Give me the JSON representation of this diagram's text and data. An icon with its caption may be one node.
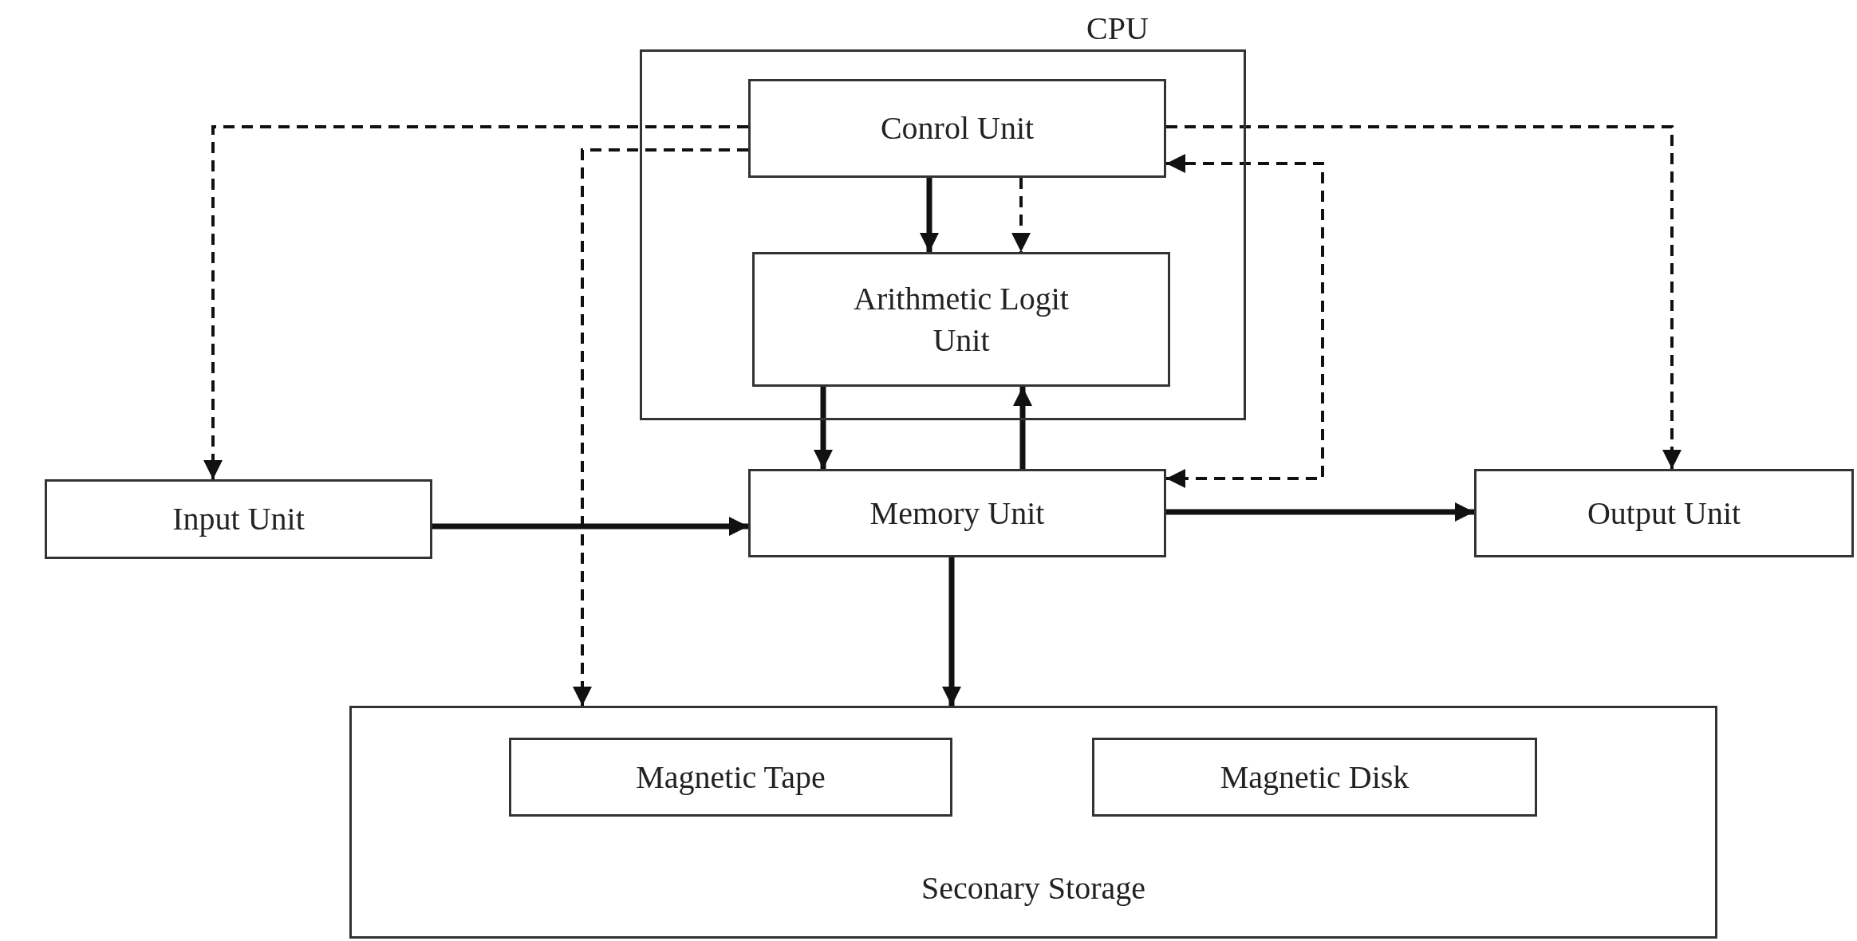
{
  "diagram": {
    "nodes": [
      {
        "text": [
          "CPU"
        ]
      },
      {
        "text": [
          "Conrol Unit"
        ],
        "in": 0
      },
      {
        "text": [
          "Arithmetic Logit Unit"
        ],
        "in": 0
      },
      {
        "text": [
          "Input Unit"
        ]
      },
      {
        "text": [
          "Memory Unit"
        ]
      },
      {
        "text": [
          "Output Unit"
        ]
      },
      {
        "text": [
          "Seconary Storage"
        ]
      },
      {
        "text": [
          "Magnetic Tape"
        ],
        "in": 6
      },
      {
        "text": [
          "Magnetic Disk"
        ],
        "in": 6
      }
    ],
    "edges": [
      {
        "from": 1,
        "to": 2,
        "arrow": "to"
      },
      {
        "from": 1,
        "to": 2,
        "arrow": "to",
        "style": "dashed"
      },
      {
        "from": 2,
        "to": 4,
        "arrow": "to"
      },
      {
        "from": 4,
        "to": 2,
        "arrow": "to"
      },
      {
        "from": 1,
        "to": 3,
        "arrow": "to",
        "style": "dashed"
      },
      {
        "from": 1,
        "to": 6,
        "arrow": "to",
        "style": "dashed"
      },
      {
        "from": 1,
        "to": 5,
        "arrow": "to",
        "style": "dashed"
      },
      {
        "from": 1,
        "to": 4,
        "arrow": "both",
        "style": "dashed"
      },
      {
        "from": 3,
        "to": 4,
        "arrow": "to"
      },
      {
        "from": 4,
        "to": 5,
        "arrow": "to"
      },
      {
        "from": 4,
        "to": 6,
        "arrow": "to"
      }
    ]
  }
}
